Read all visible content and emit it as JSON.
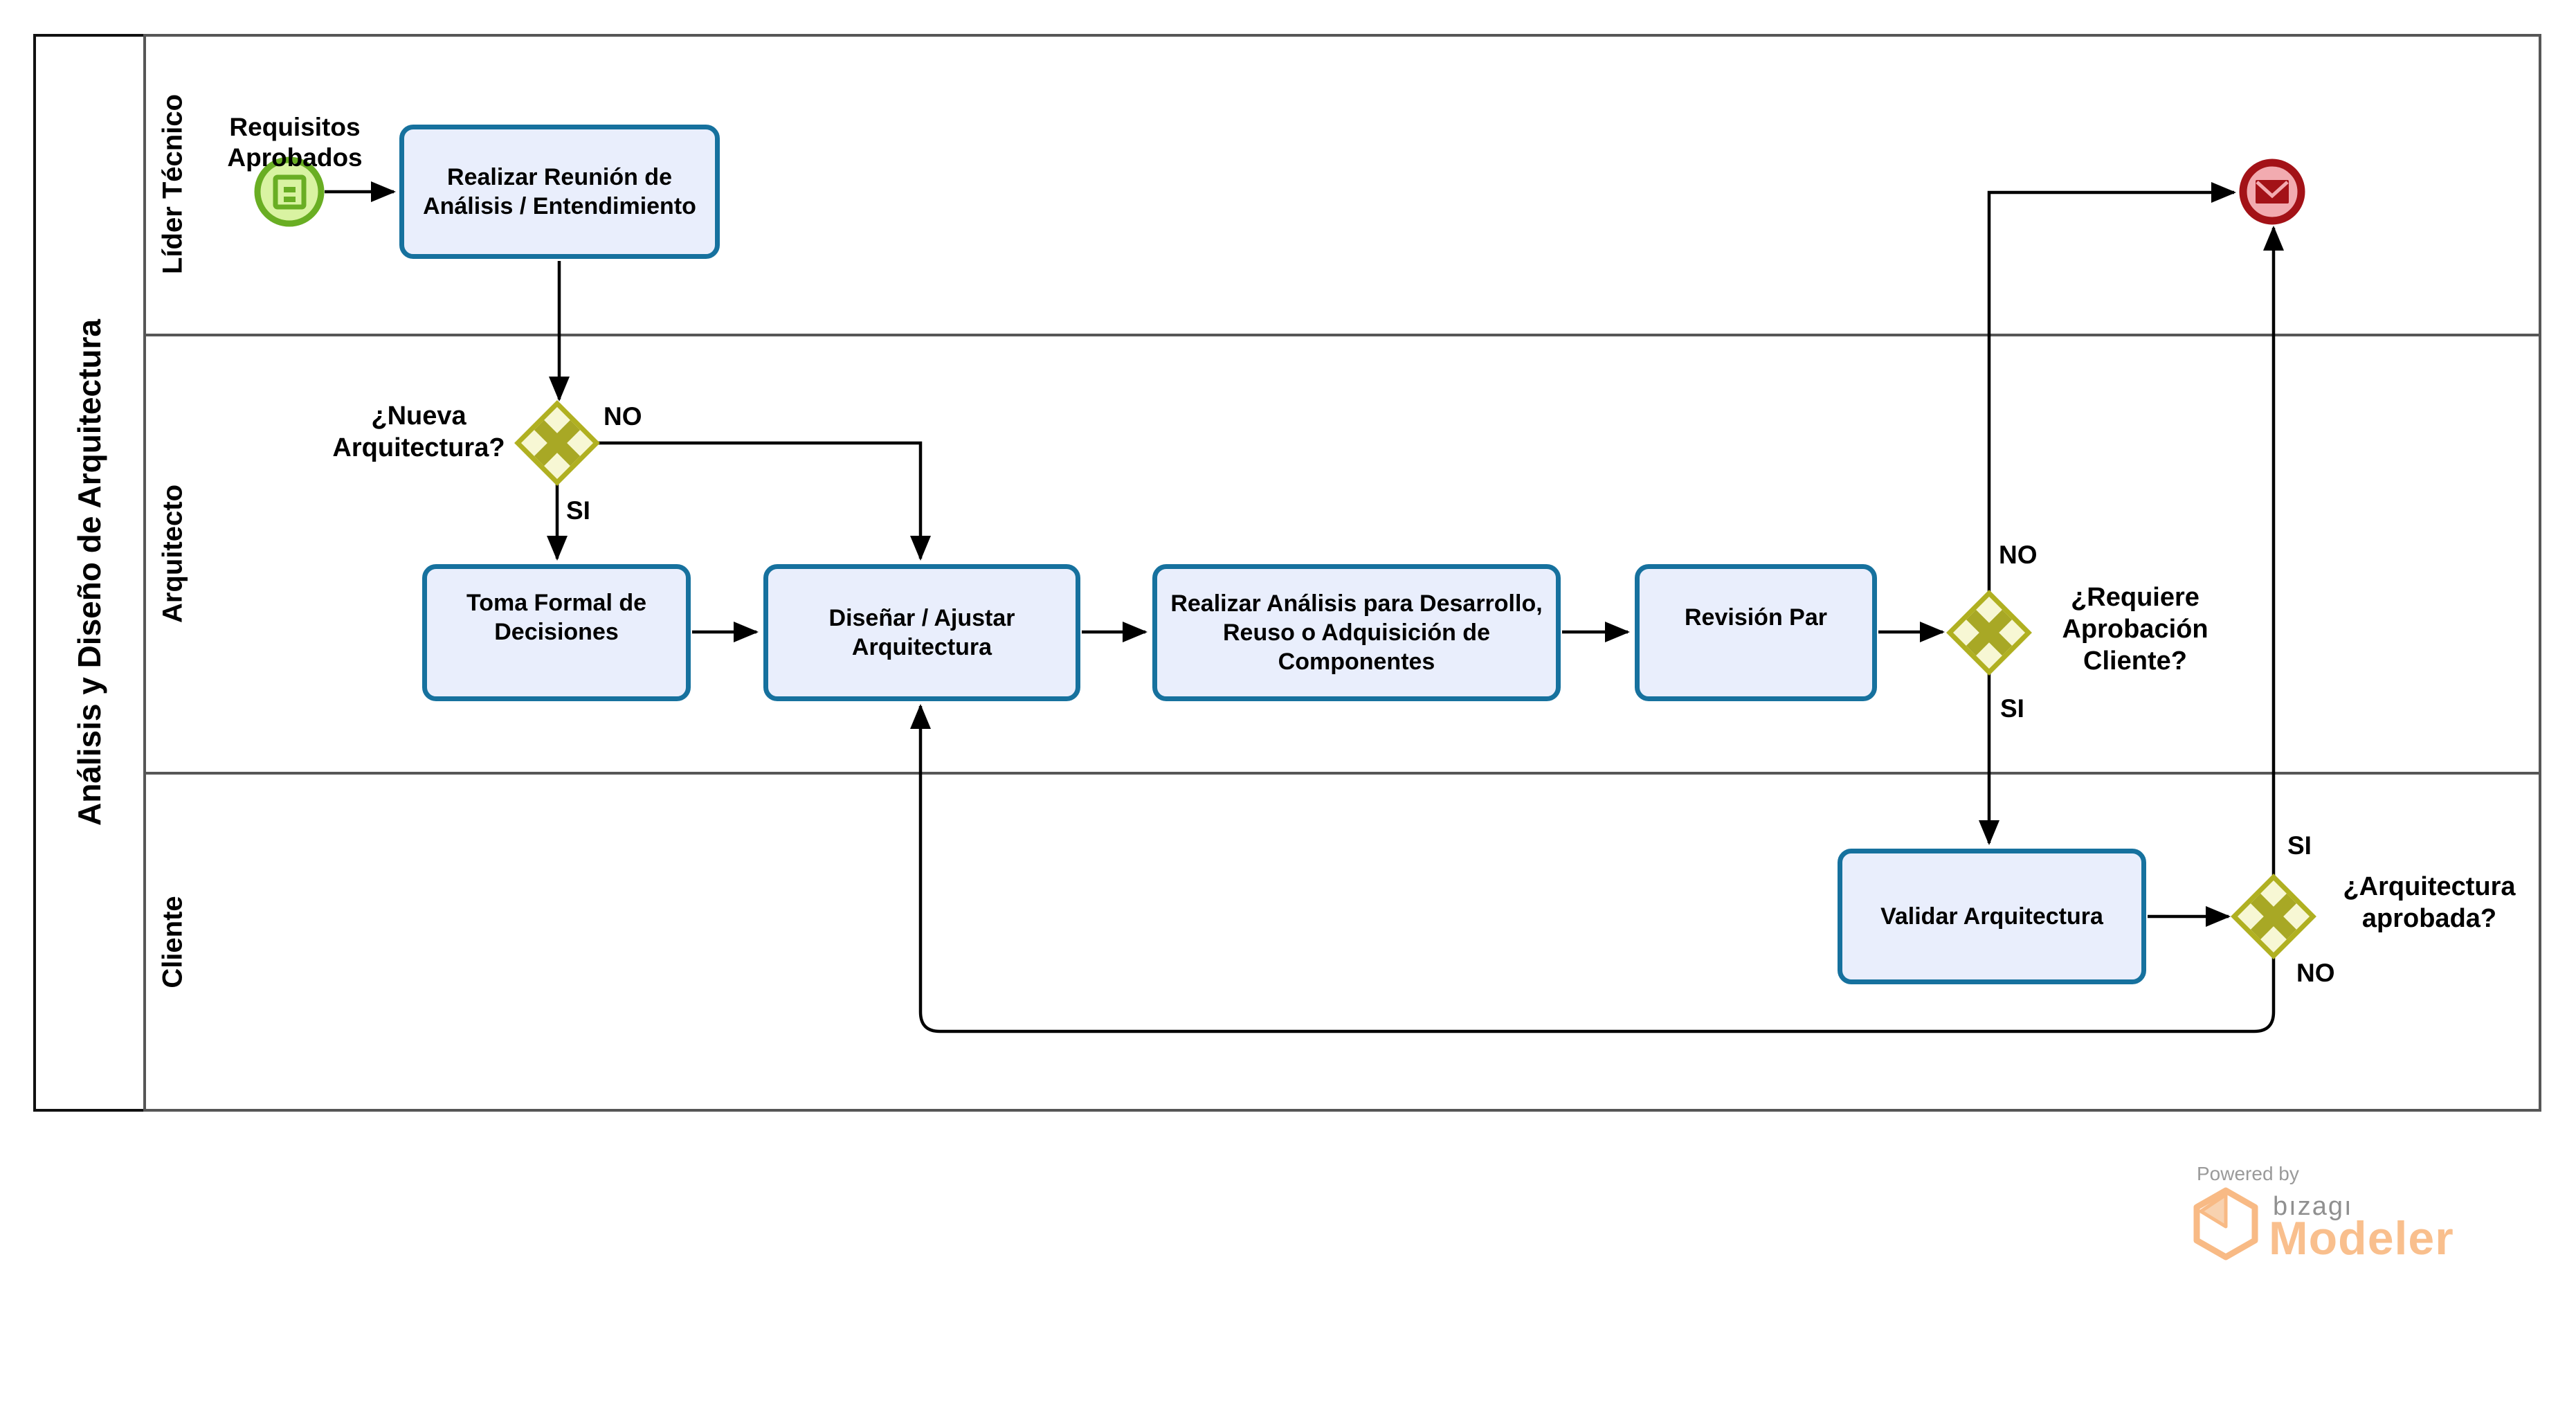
{
  "pool": {
    "title": "Análisis y Diseño de Arquitectura",
    "lanes": [
      {
        "label": "Líder Técnico"
      },
      {
        "label": "Arquitecto"
      },
      {
        "label": "Cliente"
      }
    ]
  },
  "events": {
    "start": {
      "label_line1": "Requisitos",
      "label_line2": "Aprobados"
    },
    "end": {}
  },
  "tasks": {
    "reunion": {
      "line1": "Realizar Reunión de",
      "line2": "Análisis / Entendimiento"
    },
    "toma": {
      "line1": "Toma Formal de",
      "line2": "Decisiones"
    },
    "disenar": {
      "line1": "Diseñar / Ajustar",
      "line2": "Arquitectura"
    },
    "analisis": {
      "line1": "Realizar Análisis para Desarrollo,",
      "line2": "Reuso o Adquisición de",
      "line3": "Componentes"
    },
    "revision": {
      "line1": "Revisión Par"
    },
    "validar": {
      "line1": "Validar Arquitectura"
    }
  },
  "gateways": {
    "nueva": {
      "q1": "¿Nueva",
      "q2": "Arquitectura?",
      "no": "NO",
      "si": "SI"
    },
    "requiere": {
      "q1": "¿Requiere",
      "q2": "Aprobación",
      "q3": "Cliente?",
      "no": "NO",
      "si": "SI"
    },
    "aprobada": {
      "q1": "¿Arquitectura",
      "q2": "aprobada?",
      "no": "NO",
      "si": "SI"
    }
  },
  "branding": {
    "powered_by": "Powered by",
    "brand": "bızagı",
    "product": "Modeler"
  },
  "colors": {
    "task_border": "#16719e",
    "task_fill": "#e9eefc",
    "gateway_border": "#b0b021",
    "gateway_fill": "#f7f7d4",
    "gateway_x": "#a8a825",
    "start_border": "#69ae23",
    "start_fill": "#d9f3a2",
    "end_border": "#a31217",
    "end_fill": "#f2abb0",
    "flow_line": "#000000",
    "lane_line": "#565656",
    "pool_header_line": "#111111",
    "brand_orange": "#f9bf8d",
    "brand_gray": "#9a9a9a"
  }
}
